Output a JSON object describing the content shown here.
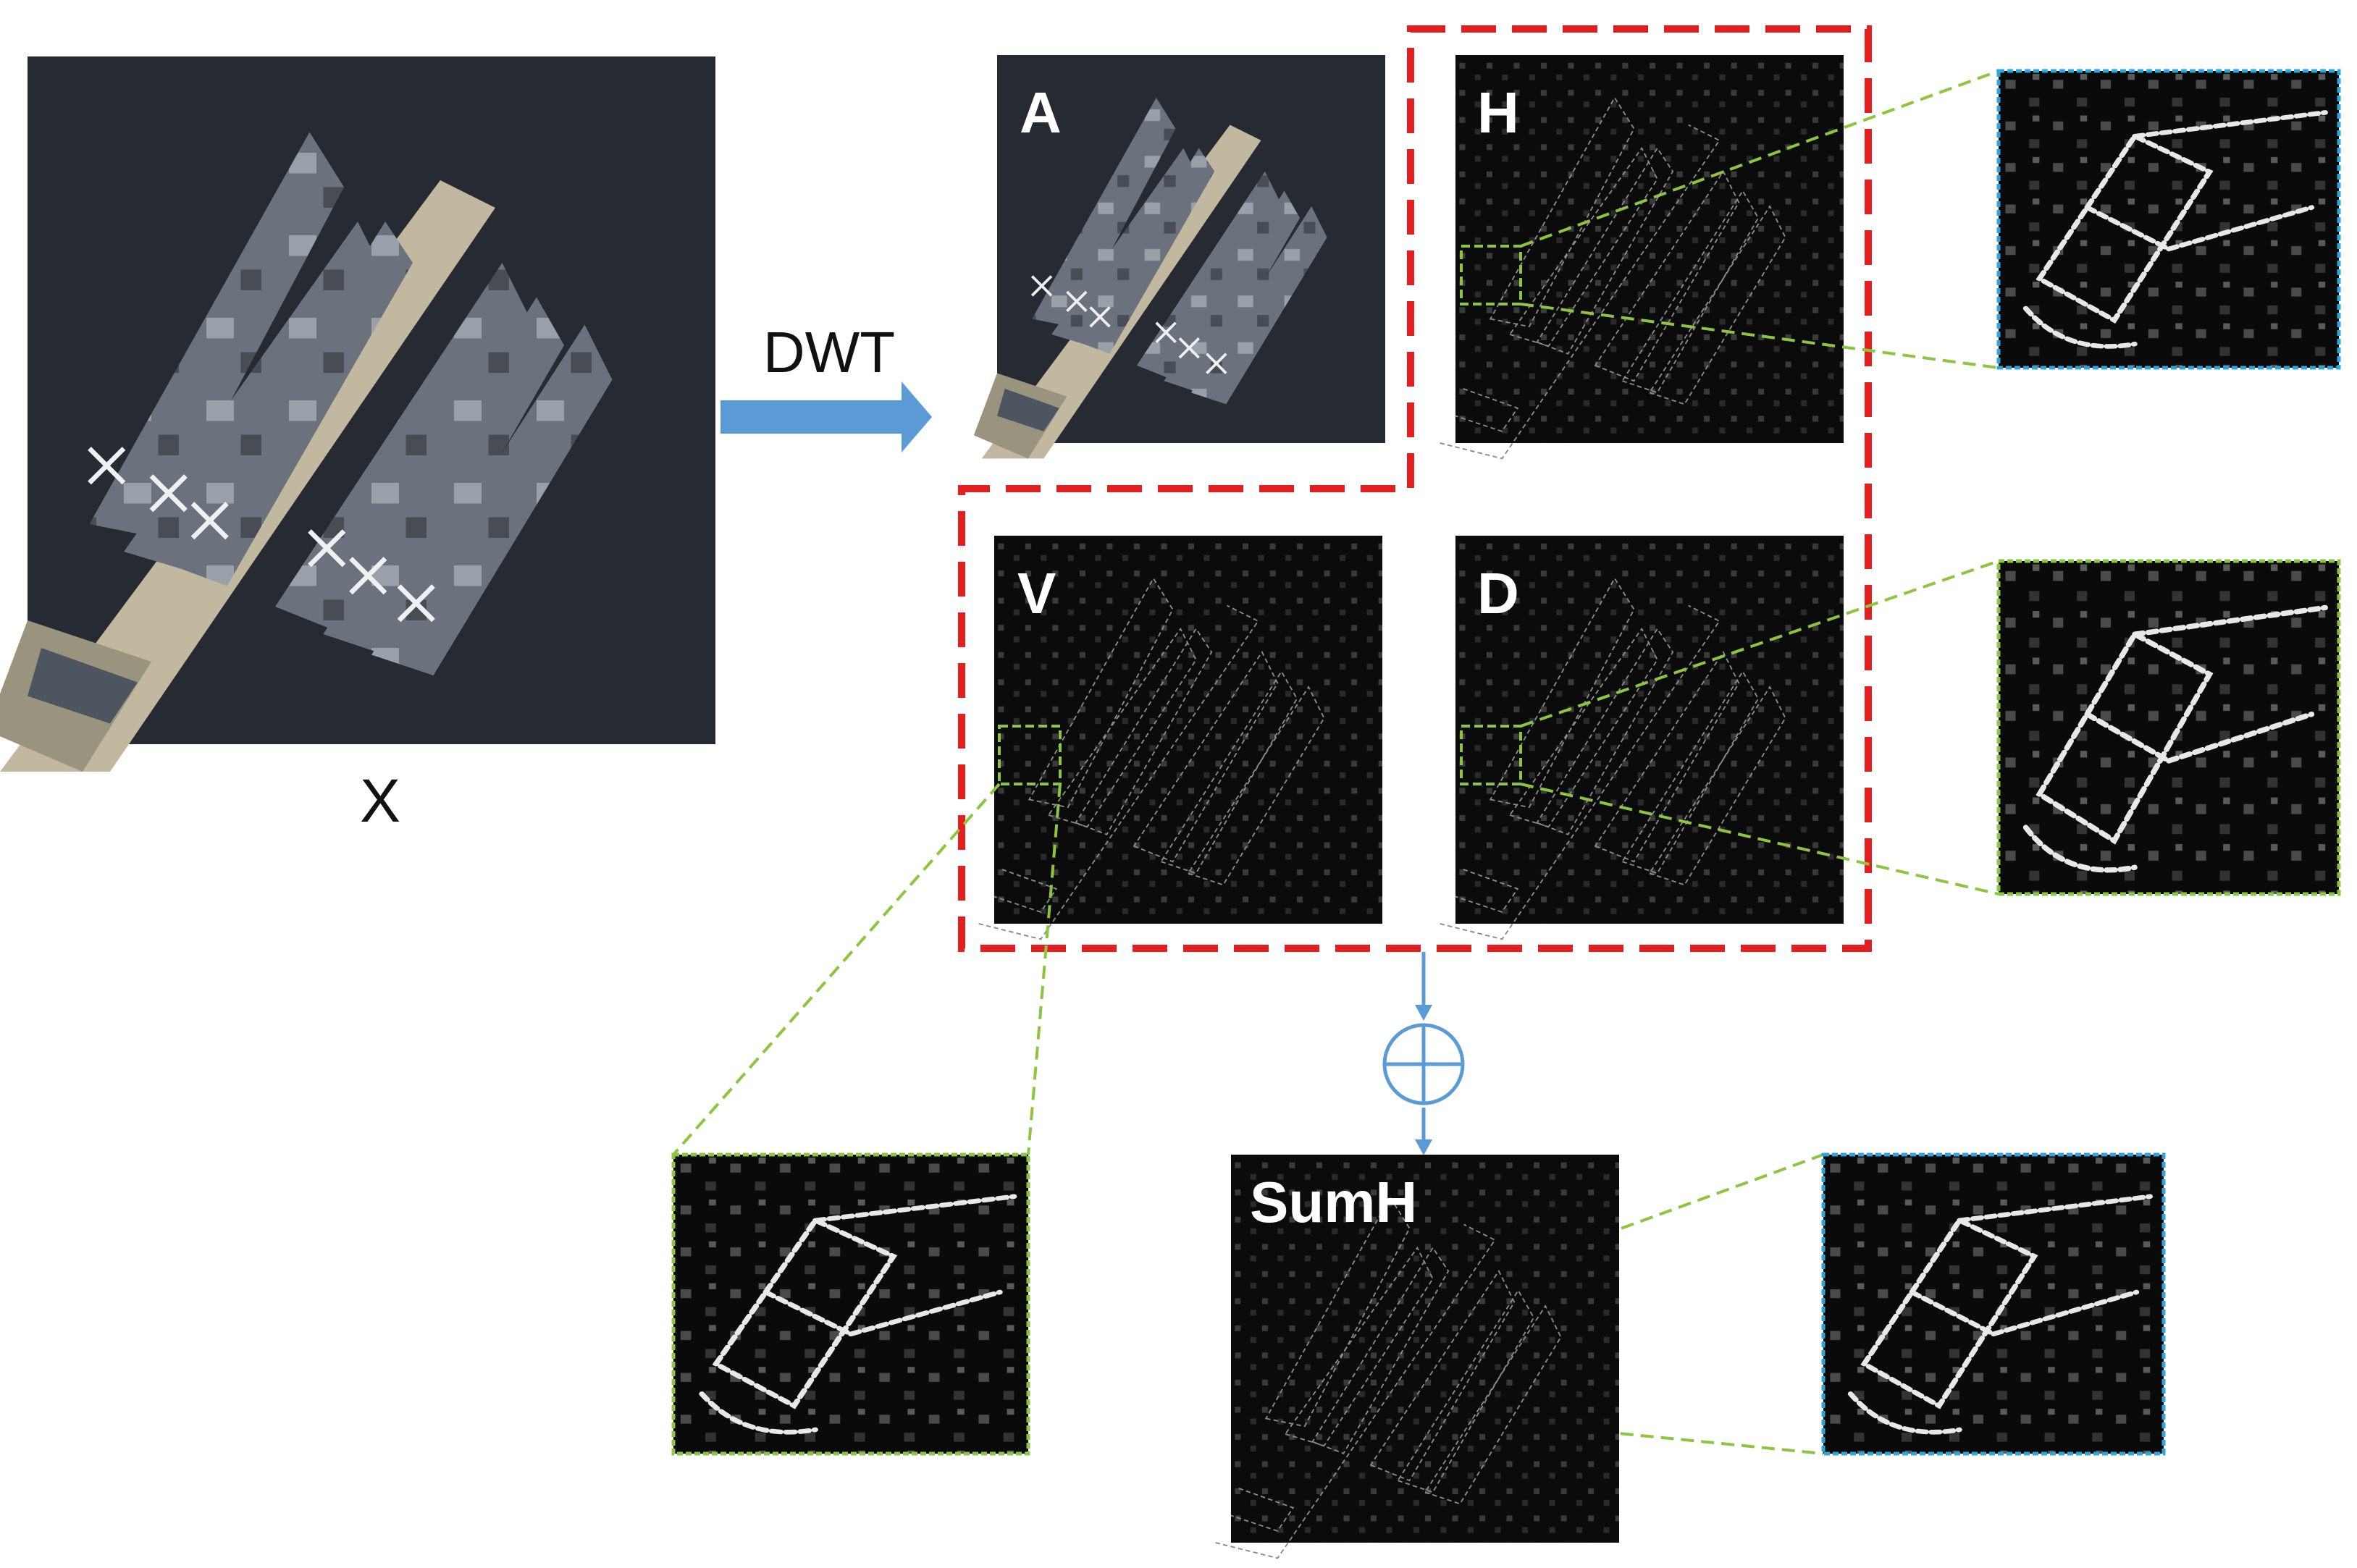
{
  "diagram": {
    "source_label": "X",
    "transform_label": "DWT",
    "subbands": [
      {
        "id": "A",
        "label": "A"
      },
      {
        "id": "H",
        "label": "H"
      },
      {
        "id": "V",
        "label": "V"
      },
      {
        "id": "D",
        "label": "D"
      }
    ],
    "sum_symbol": "⊕",
    "sum_label": "SumH"
  },
  "colors": {
    "group_outline": "#e21e1e",
    "zoom_guides": "#8cc63f",
    "arrows": "#5b9bd5",
    "inset_border_blue": "#29a8e0",
    "inset_border_green": "#8cc63f"
  }
}
